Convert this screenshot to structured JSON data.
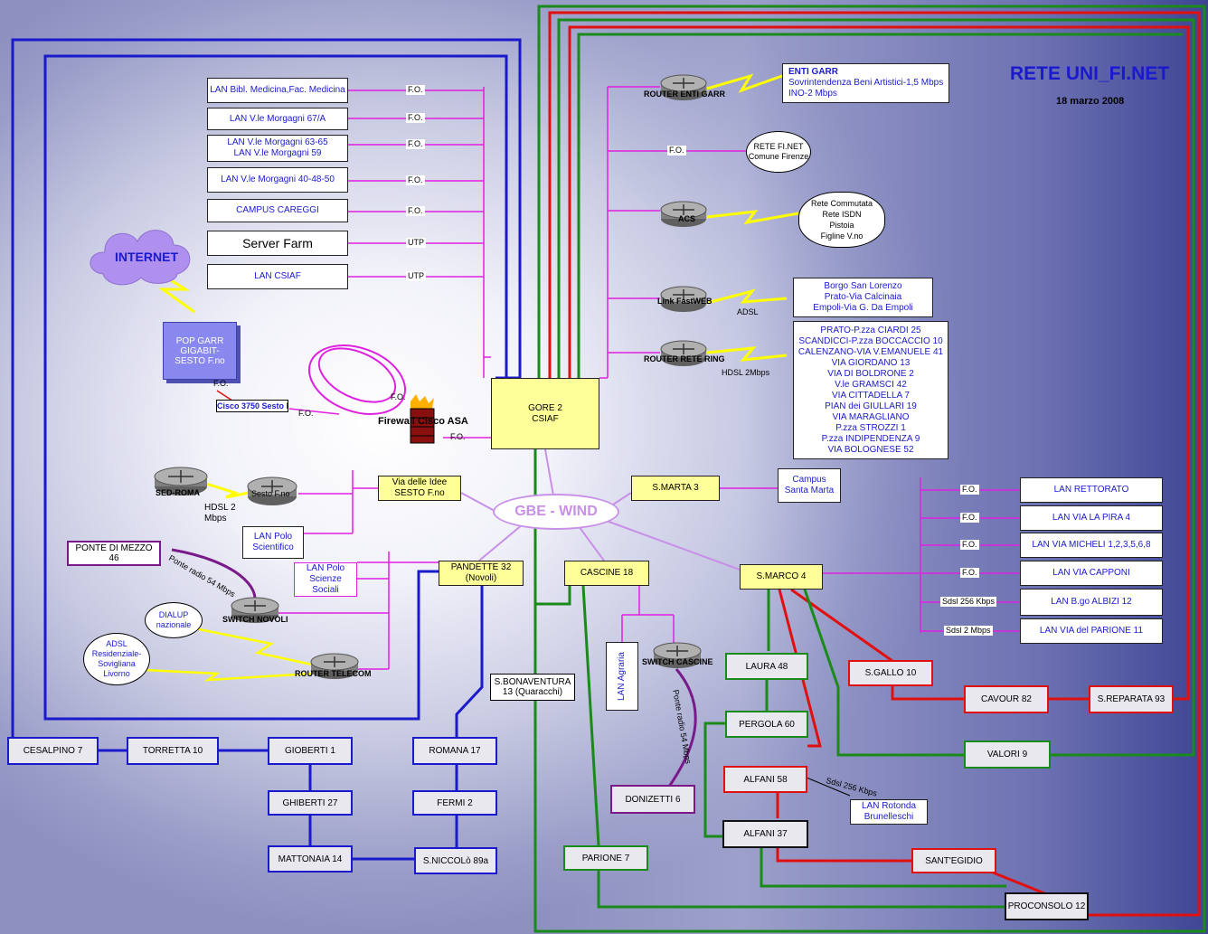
{
  "header": {
    "title": "RETE UNI_FI.NET",
    "date": "18 marzo 2008"
  },
  "core": {
    "gore": "GORE 2\nCSIAF",
    "gbe": "GBE - WIND",
    "firewall": "Firewall Cisco ASA",
    "internet": "INTERNET",
    "pop": "POP GARR\nGIGABIT-\nSESTO F.no",
    "cisco": "Cisco 3750 Sesto F.no"
  },
  "lans_left": [
    "LAN Bibl. Medicina,Fac. Medicina",
    "LAN V.le Morgagni 67/A",
    "LAN V.le Morgagni 63-65\nLAN V.le Morgagni 59",
    "LAN V.le Morgagni 40-48-50",
    "CAMPUS CAREGGI",
    "Server Farm",
    "LAN CSIAF"
  ],
  "lans_left_tags": [
    "F.O.",
    "F.O.",
    "F.O.",
    "F.O.",
    "F.O.",
    "UTP",
    "UTP"
  ],
  "right_top": {
    "router_garr": "ROUTER ENTI GARR",
    "enti_garr_title": "ENTI GARR",
    "enti_garr_body": "Sovrintendenza Beni Artistici-1,5 Mbps\nINO-2 Mbps",
    "fo": "F.O.",
    "rete_fi": "RETE FI.NET\nComune Firenze",
    "acs": "ACS",
    "isdn": "Rete Commutata\nRete ISDN\nPistoia\nFigline V.no",
    "fastweb": "Link FastWEB",
    "adsl": "ADSL",
    "fastweb_sites": "Borgo San Lorenzo\nPrato-Via Calcinaia\nEmpoli-Via G. Da Empoli",
    "router_ring": "ROUTER RETE RING",
    "hdsl": "HDSL 2Mbps",
    "ring_sites": "PRATO-P.zza CIARDI 25\nSCANDICCI-P.zza BOCCACCIO 10\nCALENZANO-VIA V.EMANUELE 41\nVIA GIORDANO 13\nVIA DI BOLDRONE 2\nV.le GRAMSCI 42\nVIA CITTADELLA 7\nPIAN dei GIULLARI 19\nVIA MARAGLIANO\nP.zza STROZZI 1\nP.zza INDIPENDENZA 9\nVIA BOLOGNESE 52"
  },
  "nodes": {
    "smarta": "S.MARTA 3",
    "campus_smarta": "Campus\nSanta Marta",
    "viaidee": "Via delle Idee\nSESTO F.no",
    "sedroma": "SED-ROMA",
    "sestofno": "Sesto F.no",
    "hdsl2": "HDSL 2\nMbps",
    "lanpolo_sci": "LAN Polo\nScientifico",
    "lanpolo_soc": "LAN Polo\nScienze\nSociali",
    "pontedimezzo": "PONTE DI MEZZO\n46",
    "ponteradio": "Ponte radio 54 Mbps",
    "switch_novoli": "SWITCH NOVOLI",
    "dialup": "DIALUP\nnazionale",
    "adsl_res": "ADSL\nResidenziale-\nSovigliana\nLivorno",
    "router_telecom": "ROUTER TELECOM",
    "pandette": "PANDETTE 32\n(Novoli)",
    "cascine": "CASCINE 18",
    "smarco": "S.MARCO 4",
    "lan_agraria": "LAN Agraria",
    "switch_cascine": "SWITCH CASCINE",
    "ponteradio2": "Ponte radio 54 Mbps",
    "donizetti": "DONIZETTI 6",
    "sbonaventura": "S.BONAVENTURA\n13 (Quaracchi)",
    "parione": "PARIONE 7",
    "laura": "LAURA 48",
    "pergola": "PERGOLA 60",
    "alfani58": "ALFANI 58",
    "alfani37": "ALFANI 37",
    "sdsl256b": "Sdsl 256 Kbps",
    "lan_rotonda": "LAN Rotonda\nBrunelleschi",
    "santegidio": "SANT'EGIDIO",
    "proconsolo": "PROCONSOLO 12",
    "sgallo": "S.GALLO 10",
    "cavour": "CAVOUR 82",
    "sreparata": "S.REPARATA 93",
    "valori": "VALORI 9",
    "cesalpino": "CESALPINO 7",
    "torretta": "TORRETTA 10",
    "gioberti": "GIOBERTI 1",
    "ghiberti": "GHIBERTI 27",
    "mattonaia": "MATTONAIA 14",
    "romana": "ROMANA 17",
    "fermi": "FERMI 2",
    "sniccolo": "S.NICCOLò 89a"
  },
  "lans_right": [
    "LAN RETTORATO",
    "LAN VIA LA PIRA 4",
    "LAN VIA MICHELI 1,2,3,5,6,8",
    "LAN VIA CAPPONI",
    "LAN B.go ALBIZI 12",
    "LAN VIA del PARIONE 11"
  ],
  "lans_right_tags": [
    "F.O.",
    "F.O.",
    "F.O.",
    "F.O.",
    "Sdsl  256 Kbps",
    "Sdsl 2 Mbps"
  ],
  "misc_tags": {
    "fo_pop": "F.O.",
    "fo_cisco": "F.O.",
    "fo_fw": "F.O.",
    "fo_gore": "F.O."
  },
  "colors": {
    "blue_link": "#1a1acc",
    "green_link": "#1a8a1a",
    "red_link": "#e01010",
    "magenta_link": "#e020e0",
    "purple_link": "#7a1a8a"
  }
}
